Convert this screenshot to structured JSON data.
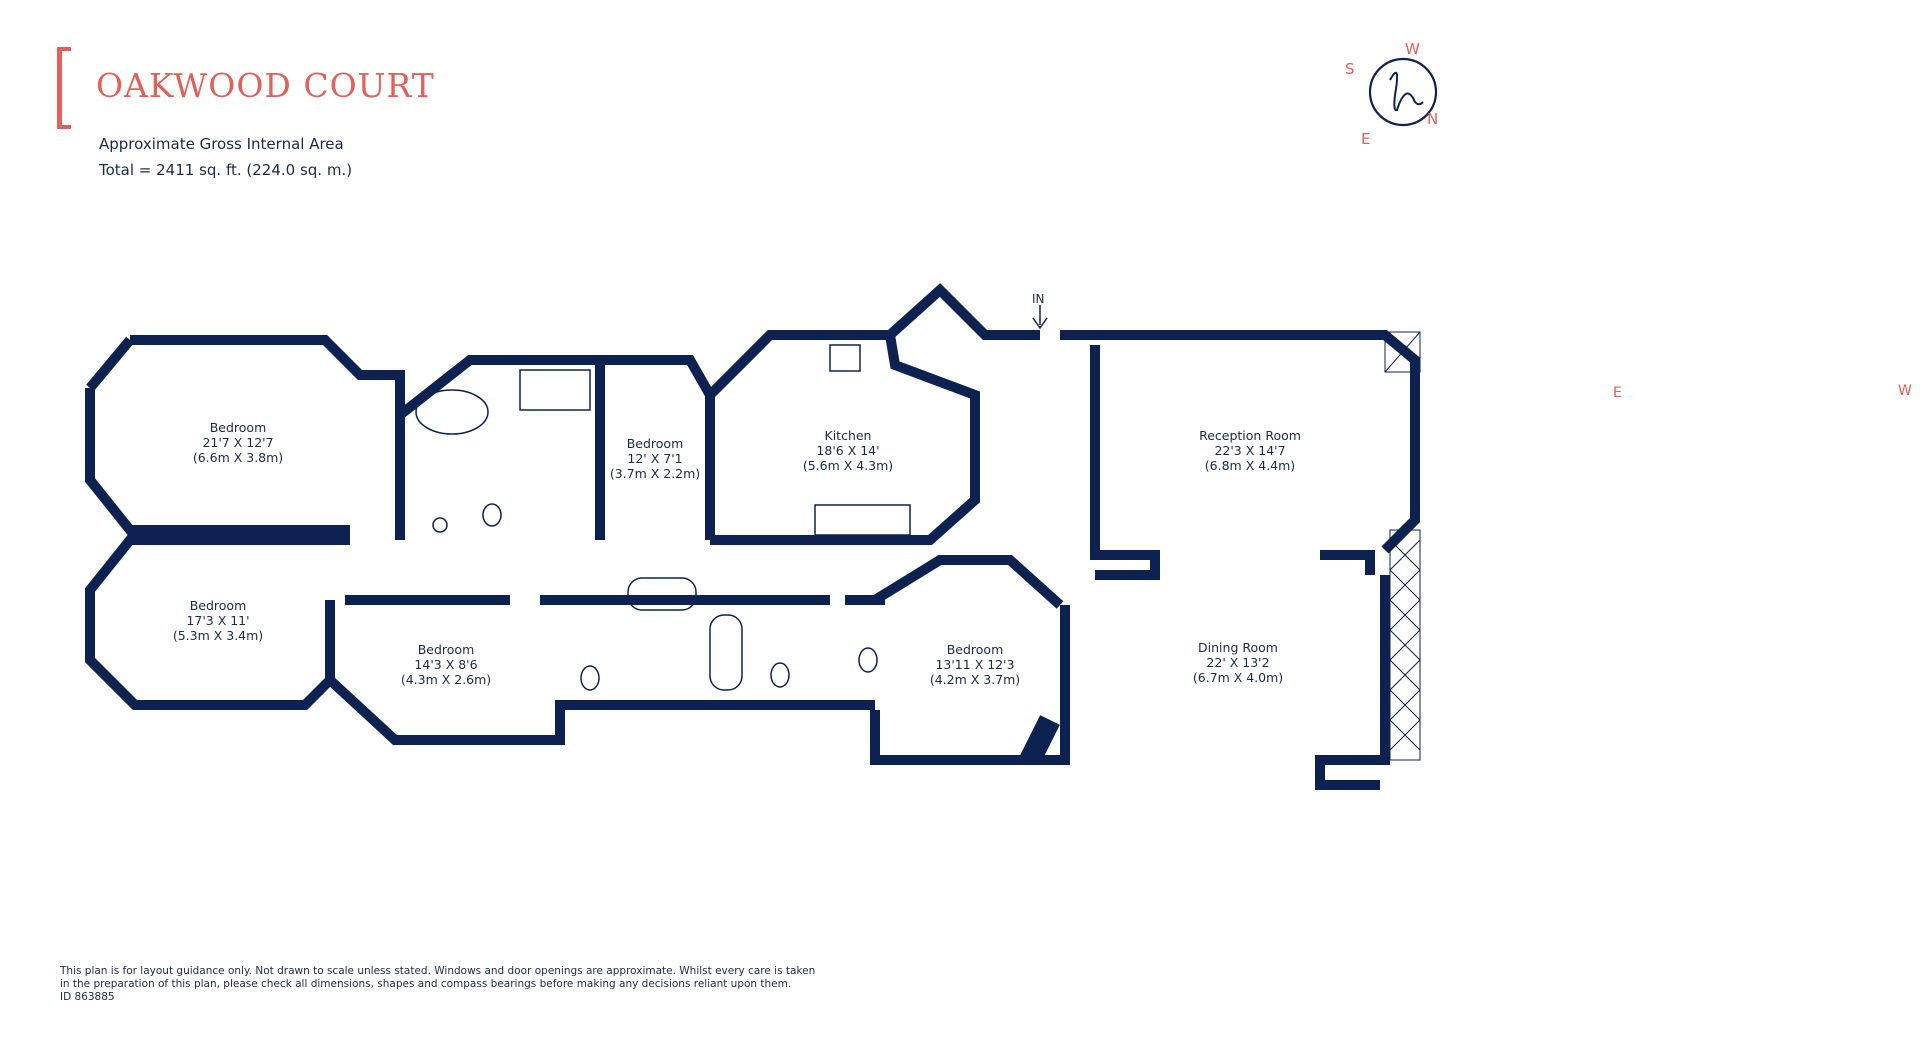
{
  "header": {
    "title": "OAKWOOD COURT",
    "subtitle": "Approximate Gross Internal Area",
    "total": "Total = 2411 sq. ft. (224.0 sq. m.)"
  },
  "compass": {
    "s": "S",
    "w": "W",
    "n": "N",
    "e": "E",
    "logo": "h"
  },
  "edges": {
    "east": "E",
    "west": "W"
  },
  "entrance": "IN",
  "rooms": [
    {
      "name": "Bedroom",
      "imperial": "21'7 X 12'7",
      "metric": "(6.6m X 3.8m)"
    },
    {
      "name": "Bedroom",
      "imperial": "12' X 7'1",
      "metric": "(3.7m X 2.2m)"
    },
    {
      "name": "Kitchen",
      "imperial": "18'6 X 14'",
      "metric": "(5.6m X 4.3m)"
    },
    {
      "name": "Reception Room",
      "imperial": "22'3 X 14'7",
      "metric": "(6.8m X 4.4m)"
    },
    {
      "name": "Bedroom",
      "imperial": "17'3 X 11'",
      "metric": "(5.3m X 3.4m)"
    },
    {
      "name": "Bedroom",
      "imperial": "14'3 X 8'6",
      "metric": "(4.3m X 2.6m)"
    },
    {
      "name": "Bedroom",
      "imperial": "13'11 X 12'3",
      "metric": "(4.2m X 3.7m)"
    },
    {
      "name": "Dining Room",
      "imperial": "22' X 13'2",
      "metric": "(6.7m X 4.0m)"
    }
  ],
  "disclaimer": {
    "line1": "This plan is for layout guidance only. Not drawn to scale unless stated. Windows and door openings are approximate. Whilst every care is taken",
    "line2": "in the preparation of this plan, please check all dimensions, shapes and compass bearings before making any decisions reliant upon them.",
    "id": "ID 863885"
  },
  "colors": {
    "wall": "#0d2250",
    "accent": "#e0605a",
    "text": "#1b2a4a"
  }
}
